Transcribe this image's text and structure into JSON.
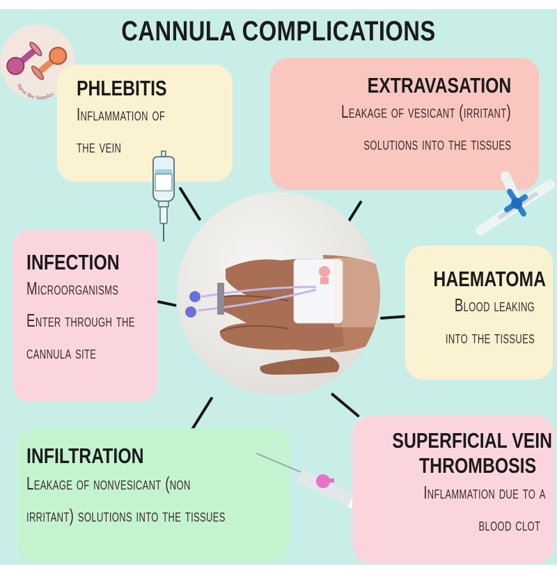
{
  "title": "CANNULA COMPLICATIONS",
  "logo": {
    "text": "Nurse Bec Supplies",
    "icon": "dumbbell-cannula-logo-icon"
  },
  "colors": {
    "background": "#c9eee8",
    "yellow": "#fbf2d2",
    "salmon": "#f9c7bf",
    "pink": "#fbd5de",
    "green": "#c3f4cf",
    "ink": "#1a1a1a"
  },
  "center_image": {
    "alt": "Hand with IV cannula inserted, secured by transparent dressing",
    "icon": "cannulated-hand-photo"
  },
  "complications": [
    {
      "id": "phlebitis",
      "title": "PHLEBITIS",
      "lines": [
        "Inflammation of",
        "the vein"
      ],
      "color": "yellow",
      "illustration": "iv-bag-icon"
    },
    {
      "id": "extravasation",
      "title": "EXTRAVASATION",
      "lines": [
        "Leakage of vesicant (irritant)",
        "solutions into the tissues"
      ],
      "color": "salmon",
      "illustration": "iv-connector-icon"
    },
    {
      "id": "infection",
      "title": "INFECTION",
      "lines": [
        "Microorganisms",
        "Enter through the",
        "cannula site"
      ],
      "color": "pink"
    },
    {
      "id": "haematoma",
      "title": "HAEMATOMA",
      "lines": [
        "Blood leaking",
        "into the tissues"
      ],
      "color": "yellow"
    },
    {
      "id": "infiltration",
      "title": "INFILTRATION",
      "lines": [
        "Leakage of nonvesicant (non",
        "irritant) solutions into the tissues"
      ],
      "color": "green"
    },
    {
      "id": "svt",
      "title_lines": [
        "SUPERFICIAL VEIN",
        "THROMBOSIS"
      ],
      "lines": [
        "Inflammation due to a",
        "blood clot"
      ],
      "color": "pink",
      "illustration": "cannula-needle-icon"
    }
  ]
}
